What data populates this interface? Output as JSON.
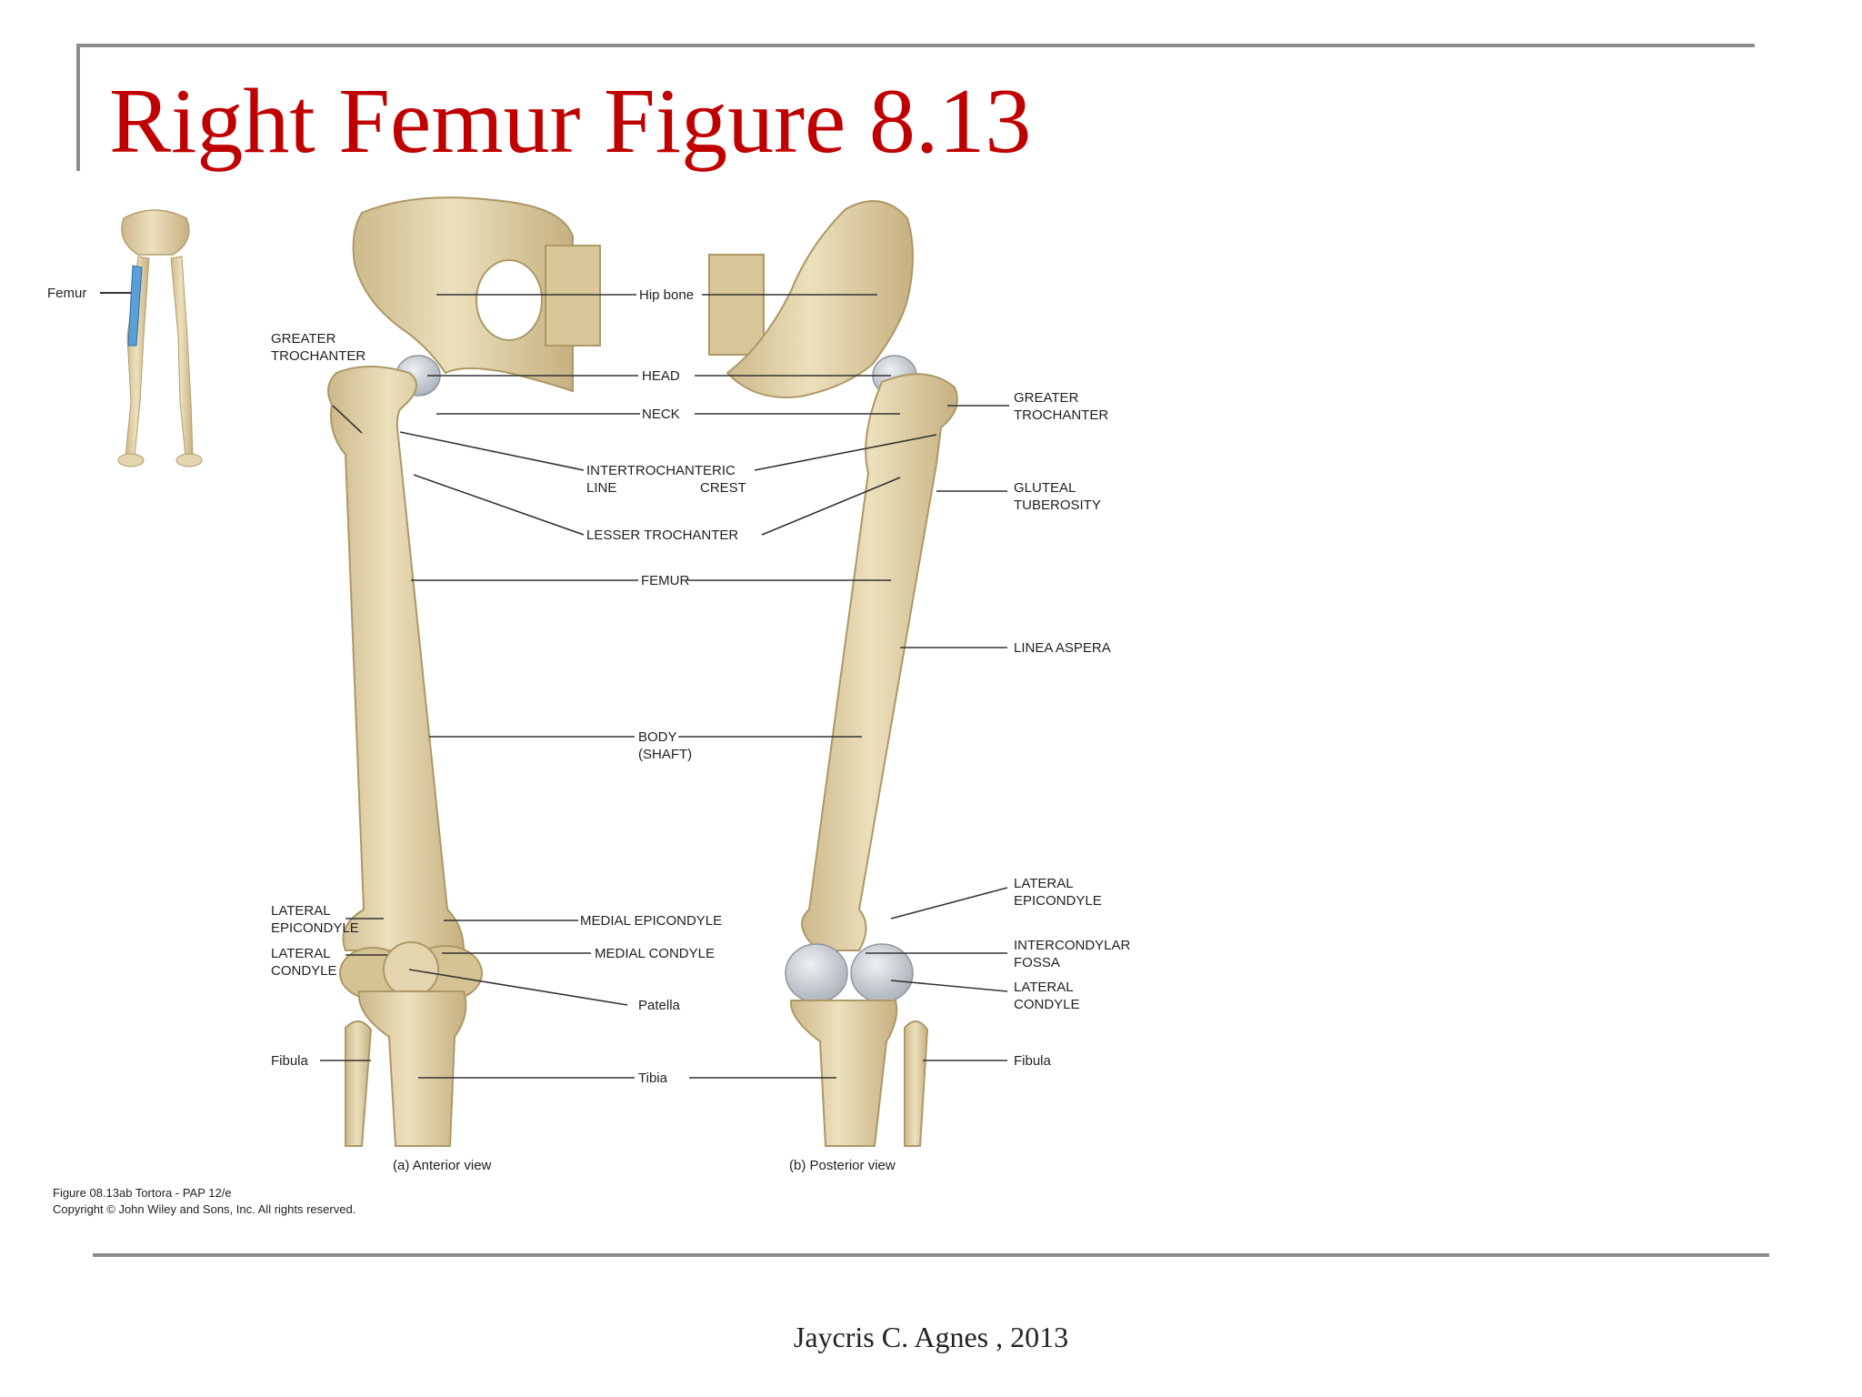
{
  "slide": {
    "title": "Right Femur  Figure 8.13",
    "footer": "Jaycris C. Agnes , 2013"
  },
  "figure": {
    "inset_label": "Femur",
    "anterior_caption": "(a) Anterior view",
    "posterior_caption": "(b) Posterior view",
    "credit_line_1": "Figure 08.13ab  Tortora - PAP 12/e",
    "credit_line_2": "Copyright © John Wiley and Sons, Inc. All rights reserved.",
    "center_labels": {
      "hip_bone": "Hip bone",
      "head": "HEAD",
      "neck": "NECK",
      "intertrochanteric": "INTERTROCHANTERIC",
      "line": "LINE",
      "crest": "CREST",
      "lesser_trochanter": "LESSER TROCHANTER",
      "femur": "FEMUR",
      "body": "BODY",
      "shaft": "(SHAFT)",
      "medial_epicondyle": "MEDIAL EPICONDYLE",
      "medial_condyle": "MEDIAL CONDYLE",
      "patella": "Patella",
      "tibia": "Tibia"
    },
    "left_labels": {
      "greater_trochanter_1": "GREATER",
      "greater_trochanter_2": "TROCHANTER",
      "lateral_epicondyle_1": "LATERAL",
      "lateral_epicondyle_2": "EPICONDYLE",
      "lateral_condyle_1": "LATERAL",
      "lateral_condyle_2": "CONDYLE",
      "fibula": "Fibula"
    },
    "right_labels": {
      "greater_trochanter_1": "GREATER",
      "greater_trochanter_2": "TROCHANTER",
      "gluteal_1": "GLUTEAL",
      "gluteal_2": "TUBEROSITY",
      "linea_aspera": "LINEA ASPERA",
      "lateral_epicondyle_1": "LATERAL",
      "lateral_epicondyle_2": "EPICONDYLE",
      "intercondylar_1": "INTERCONDYLAR",
      "intercondylar_2": "FOSSA",
      "lateral_condyle_1": "LATERAL",
      "lateral_condyle_2": "CONDYLE",
      "fibula": "Fibula"
    }
  }
}
